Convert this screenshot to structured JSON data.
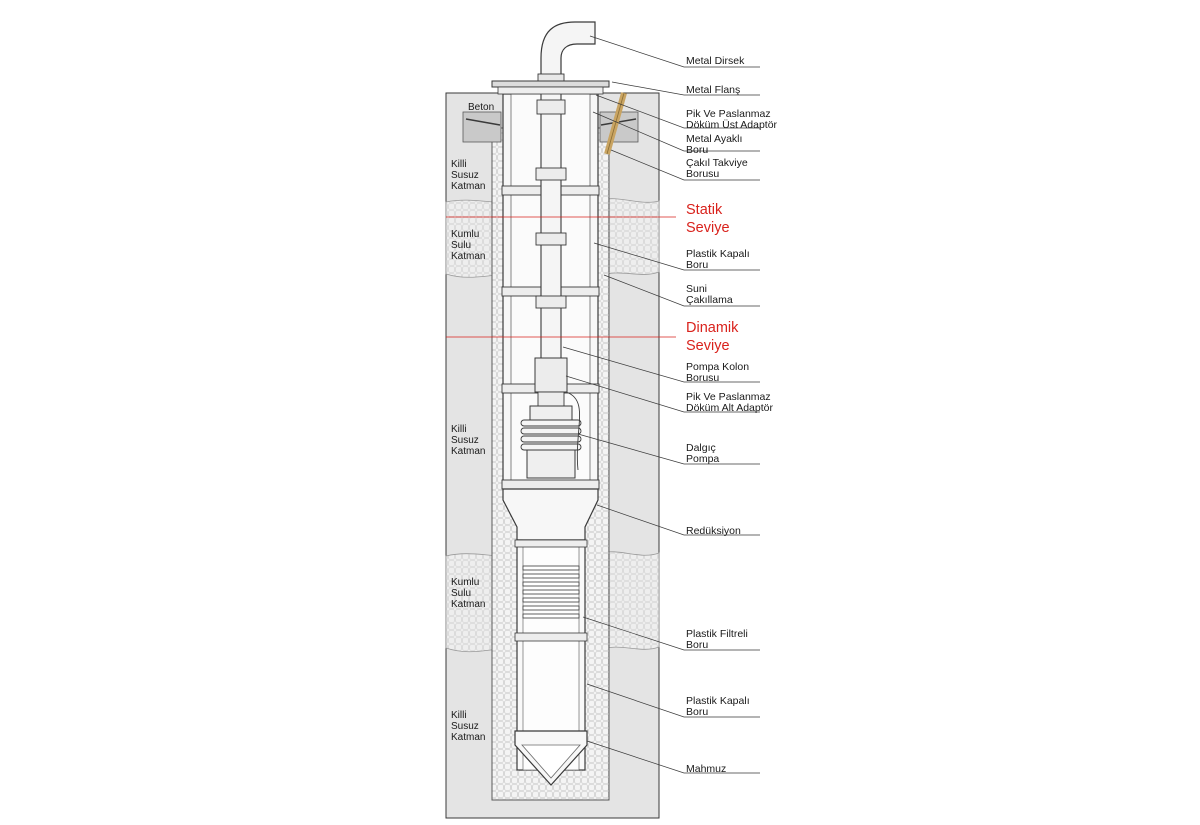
{
  "diagram": {
    "colors": {
      "ground": "#e4e4e4",
      "gravel": "#f3f3f3",
      "outline": "#3a3a3a",
      "pipe": "#f6f6f6",
      "level": "#d9221c",
      "gravel_tube": "#c9a462"
    },
    "beton": "Beton",
    "layers": [
      [
        "Killi",
        "Susuz",
        "Katman"
      ],
      [
        "Kumlu",
        "Sulu",
        "Katman"
      ],
      [
        "Killi",
        "Susuz",
        "Katman"
      ],
      [
        "Kumlu",
        "Sulu",
        "Katman"
      ],
      [
        "Killi",
        "Susuz",
        "Katman"
      ]
    ],
    "levels": [
      [
        "Statik",
        "Seviye"
      ],
      [
        "Dinamik",
        "Seviye"
      ]
    ],
    "callouts": [
      [
        "Metal Dirsek"
      ],
      [
        "Metal Flanş"
      ],
      [
        "Pik Ve Paslanmaz",
        "Döküm Üst Adaptör"
      ],
      [
        "Metal  Ayaklı",
        "Boru"
      ],
      [
        "Çakıl Takviye",
        "Borusu"
      ],
      [
        "Plastik  Kapalı",
        "Boru"
      ],
      [
        "Suni",
        "Çakıllama"
      ],
      [
        "Pompa Kolon",
        "Borusu"
      ],
      [
        "Pik Ve Paslanmaz",
        "Döküm Alt Adaptör"
      ],
      [
        "Dalgıç",
        "Pompa"
      ],
      [
        "Redüksiyon"
      ],
      [
        "Plastik  Filtreli",
        "Boru"
      ],
      [
        "Plastik  Kapalı",
        "Boru"
      ],
      [
        "Mahmuz"
      ]
    ]
  }
}
